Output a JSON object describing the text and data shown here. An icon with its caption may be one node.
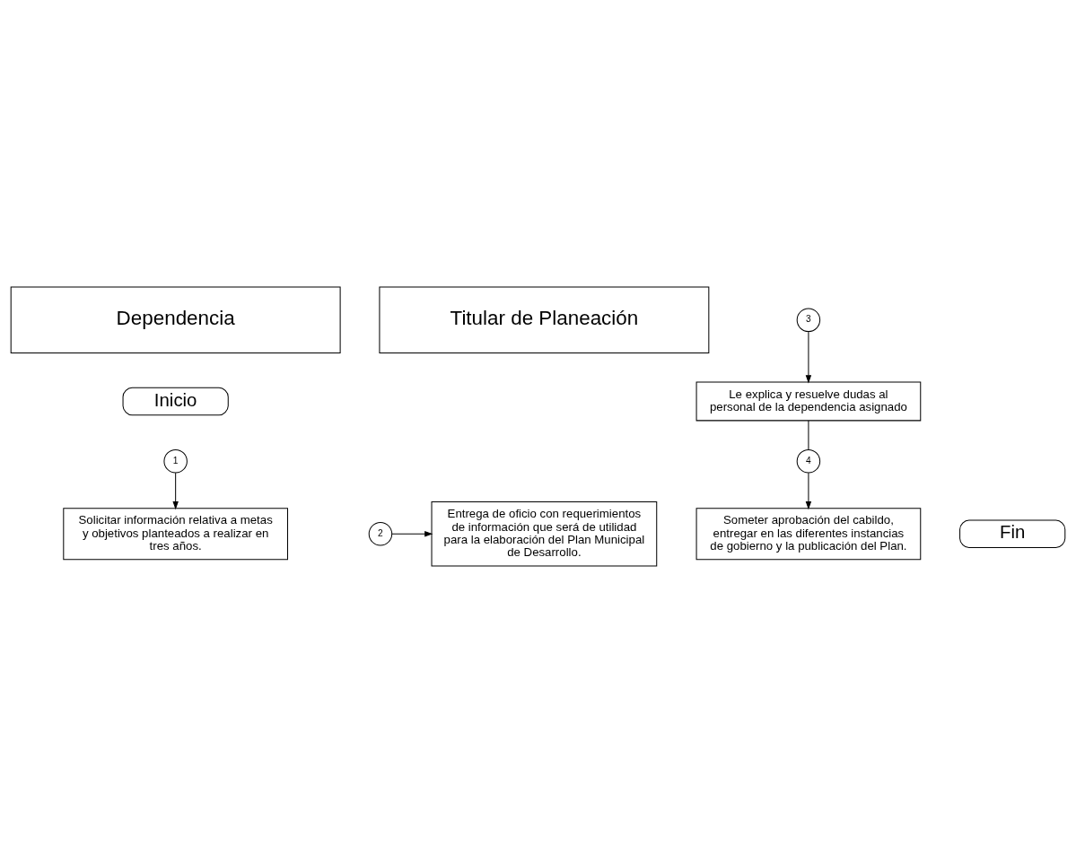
{
  "diagram": {
    "nodes": [
      {
        "text": [
          "Dependencia"
        ]
      },
      {
        "text": [
          "Titular de Planeación"
        ]
      },
      {
        "text": [
          "Inicio"
        ]
      },
      {
        "text": [
          "1"
        ]
      },
      {
        "text": [
          "Solicitar información relativa a metas y objetivos planteados a realizar en tres años."
        ]
      },
      {
        "text": [
          "2"
        ]
      },
      {
        "text": [
          "Entrega de oficio con requerimientos de información que será de utilidad para la elaboración del Plan Municipal de Desarrollo."
        ]
      },
      {
        "text": [
          "3"
        ]
      },
      {
        "text": [
          "Le explica y resuelve dudas al personal de la dependencia asignado"
        ]
      },
      {
        "text": [
          "4"
        ]
      },
      {
        "text": [
          "Someter aprobación del cabildo, entregar en las diferentes instancias de gobierno y la publicación del Plan."
        ]
      },
      {
        "text": [
          "Fin"
        ]
      }
    ],
    "edges": [
      {
        "from": 3,
        "to": 4,
        "arrow": "to"
      },
      {
        "from": 5,
        "to": 6,
        "arrow": "to"
      },
      {
        "from": 7,
        "to": 8,
        "arrow": "to"
      },
      {
        "from": 8,
        "to": 9,
        "arrow": "none"
      },
      {
        "from": 9,
        "to": 10,
        "arrow": "to"
      }
    ]
  }
}
